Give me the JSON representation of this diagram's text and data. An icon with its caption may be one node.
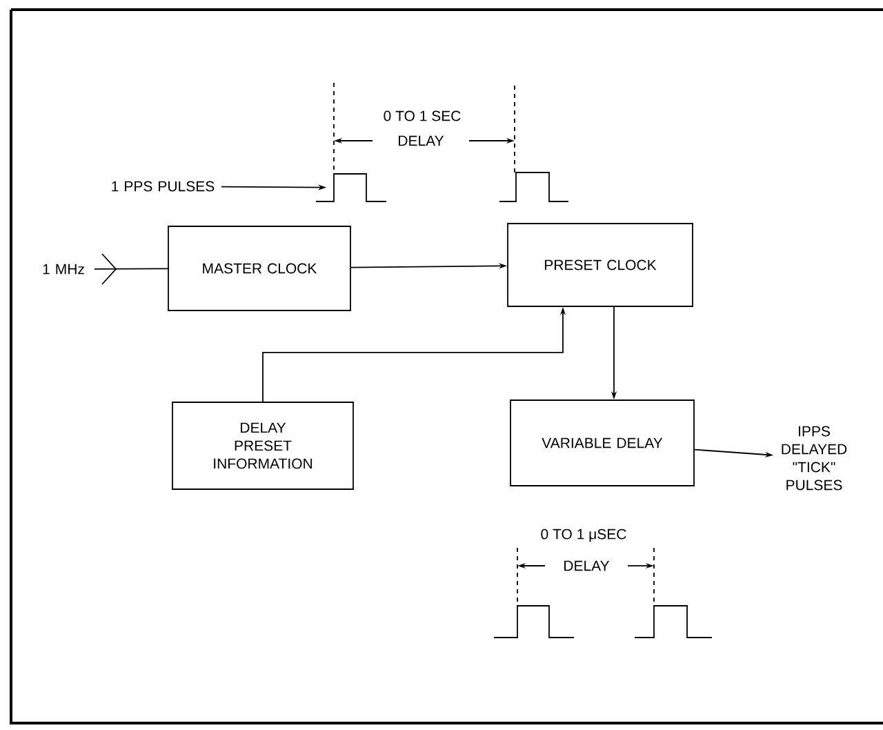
{
  "diagram": {
    "nodes": [
      {
        "text": [
          "1 MHz"
        ]
      },
      {
        "text": [
          "MASTER CLOCK"
        ]
      },
      {
        "text": [
          "PRESET CLOCK"
        ]
      },
      {
        "text": [
          "DELAY PRESET INFORMATION"
        ]
      },
      {
        "text": [
          "VARIABLE DELAY"
        ]
      },
      {
        "text": [
          "IPPS DELAYED \"TICK\" PULSES"
        ]
      },
      {
        "text": [
          "1 PPS PULSES"
        ]
      },
      {
        "text": [],
        "shape": "picture"
      }
    ],
    "edges": [
      {
        "from": 0,
        "to": 1,
        "arrow": "none"
      },
      {
        "from": 1,
        "to": 2,
        "arrow": "to"
      },
      {
        "from": 3,
        "to": 2,
        "arrow": "to"
      },
      {
        "from": 2,
        "to": 4,
        "arrow": "to"
      },
      {
        "from": 4,
        "to": 5,
        "arrow": "to"
      },
      {
        "from": 6,
        "to": 7,
        "arrow": "to"
      }
    ],
    "labels": [
      "0 TO 1 SEC",
      "DELAY",
      "0 TO 1 μSEC",
      "DELAY"
    ]
  }
}
